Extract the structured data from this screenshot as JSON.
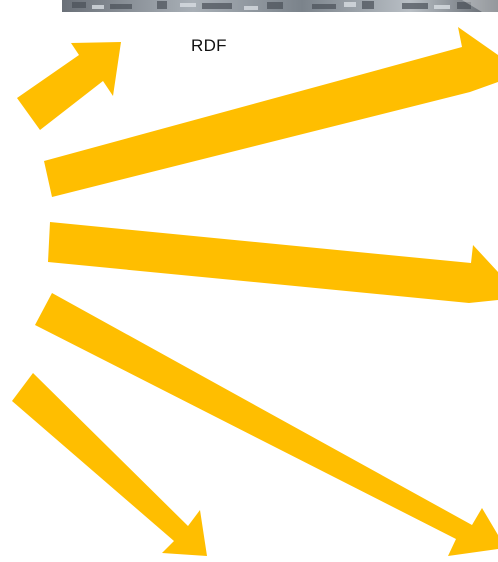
{
  "label": {
    "text": "RDF"
  },
  "colors": {
    "arrow": "#FFBE00",
    "photo_dark": "#4a5058",
    "photo_mid": "#8a929a",
    "photo_light": "#c8cdd2"
  },
  "arrows": [
    {
      "name": "arrow-up-right-short",
      "icon": "arrow-right-up"
    },
    {
      "name": "arrow-right-upward",
      "icon": "arrow-right-up"
    },
    {
      "name": "arrow-right-level",
      "icon": "arrow-right"
    },
    {
      "name": "arrow-right-downward",
      "icon": "arrow-right-down"
    },
    {
      "name": "arrow-down-right-short",
      "icon": "arrow-right-down"
    }
  ]
}
